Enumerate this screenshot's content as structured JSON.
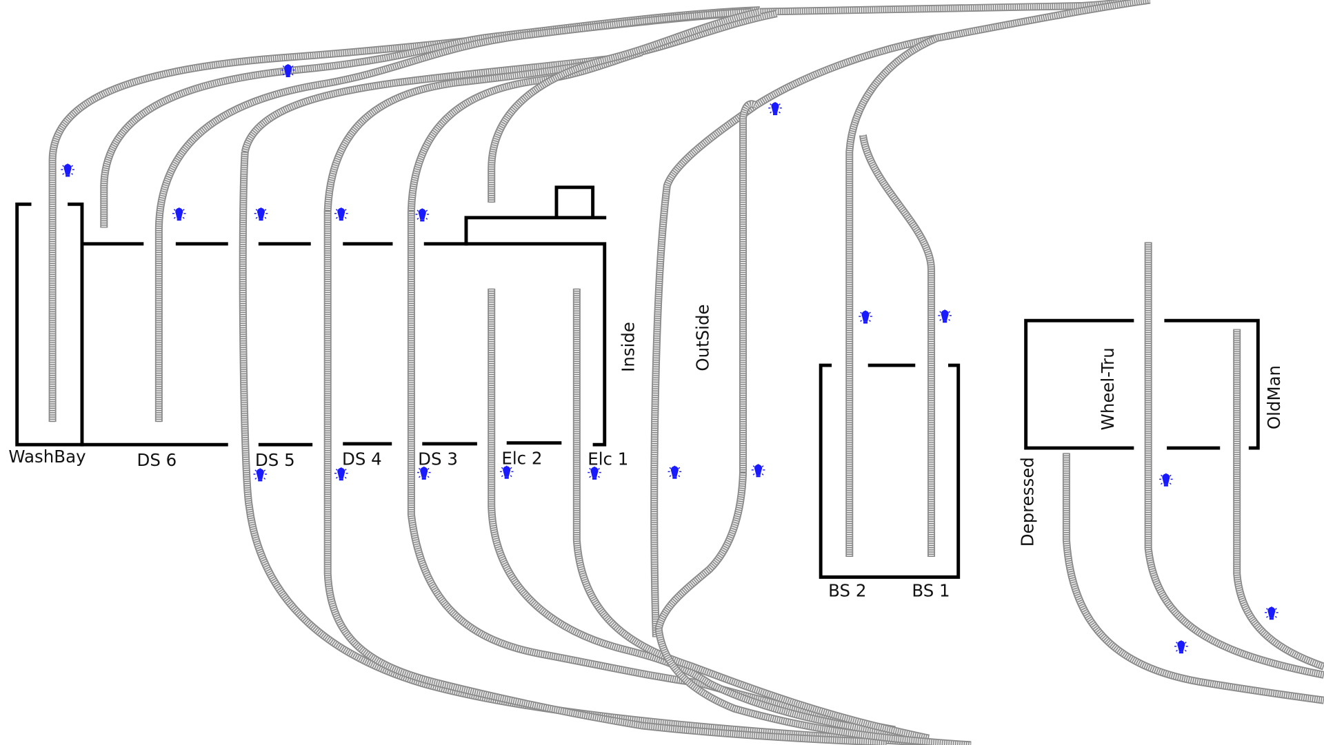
{
  "colors": {
    "light": "#1a1aff",
    "wall": "#000000",
    "track": "#8a8a8a"
  },
  "labels": {
    "washbay": "WashBay",
    "ds6": "DS 6",
    "ds5": "DS 5",
    "ds4": "DS 4",
    "ds3": "DS 3",
    "elc2": "Elc 2",
    "elc1": "Elc 1",
    "inside": "Inside",
    "outside": "OutSide",
    "bs2": "BS 2",
    "bs1": "BS 1",
    "wheel_tru": "Wheel-Tru",
    "oldman": "OldMan",
    "depressed": "Depressed"
  },
  "icons": {
    "light": "light-bulb-icon"
  }
}
